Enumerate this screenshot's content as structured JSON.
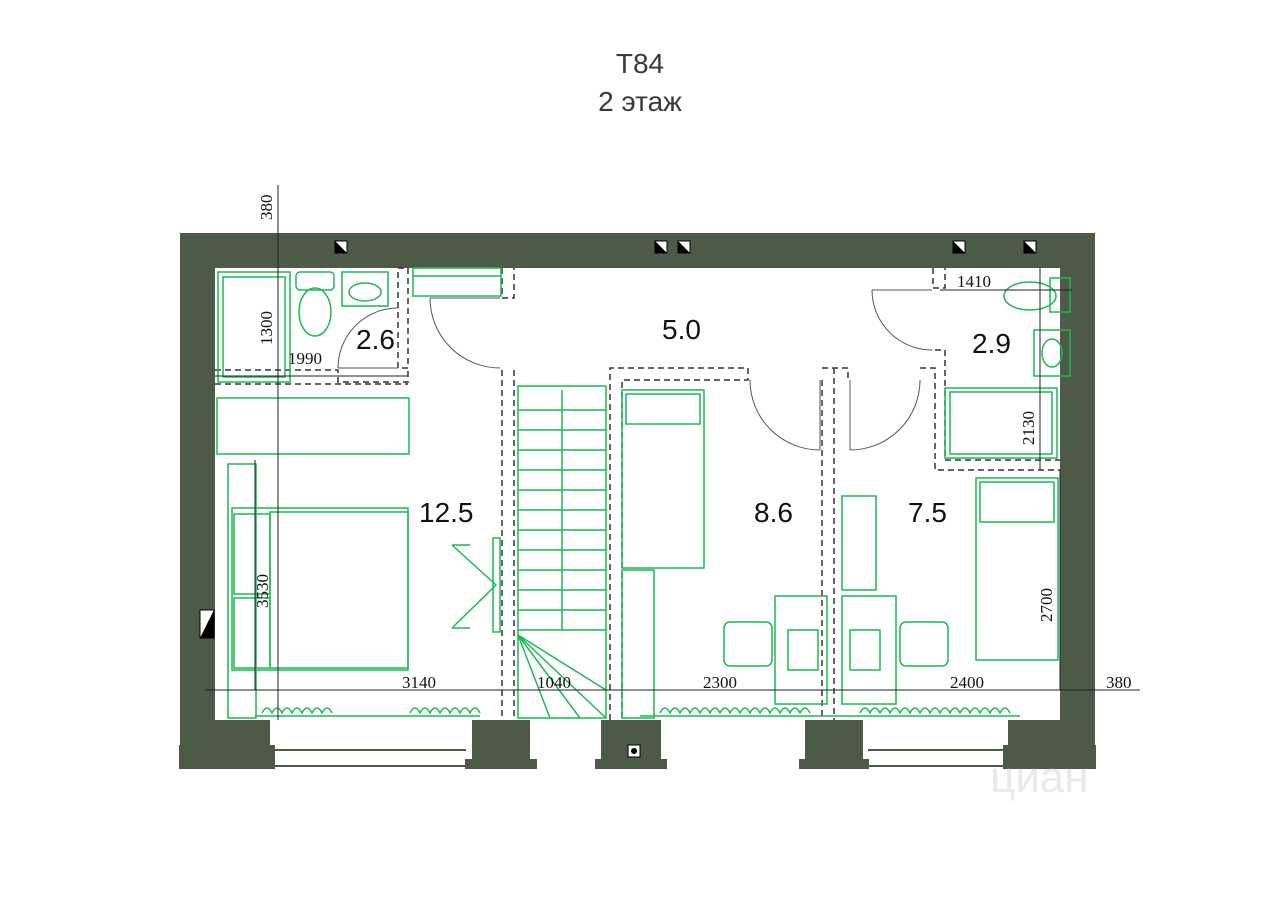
{
  "header": {
    "title": "T84",
    "subtitle": "2 этаж"
  },
  "rooms": [
    {
      "area": "2.6"
    },
    {
      "area": "5.0"
    },
    {
      "area": "2.9"
    },
    {
      "area": "12.5"
    },
    {
      "area": "8.6"
    },
    {
      "area": "7.5"
    }
  ],
  "dimensions": {
    "wall_top": "380",
    "wall_right": "380",
    "bath_height": "1300",
    "bath_width": "1990",
    "wc_width": "1410",
    "shower_height": "2130",
    "bedroom_depth": "3530",
    "kids_bed": "2700",
    "width_1": "3140",
    "width_2": "1040",
    "width_3": "2300",
    "width_4": "2400"
  },
  "watermark": "циан",
  "colors": {
    "wall": "#4c5a47",
    "furniture": "#1db954",
    "dash": "#333333"
  }
}
